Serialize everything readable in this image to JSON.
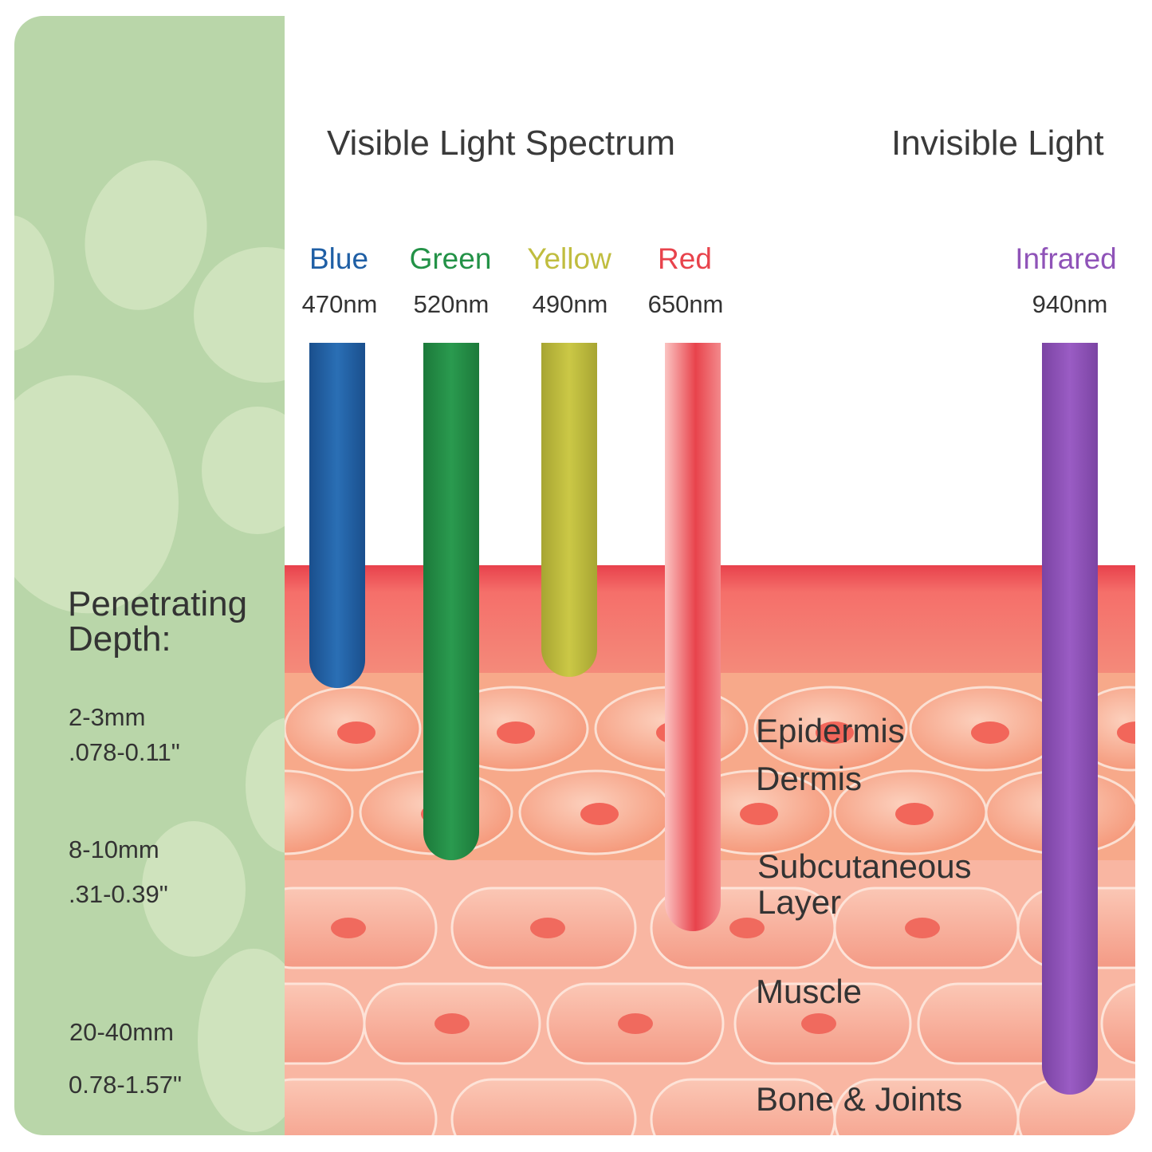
{
  "header": {
    "visible_title": "Visible Light Spectrum",
    "invisible_title": "Invisible Light"
  },
  "lights": [
    {
      "name": "Blue",
      "wavelength": "470nm",
      "color": "#1f5fa5"
    },
    {
      "name": "Green",
      "wavelength": "520nm",
      "color": "#239247"
    },
    {
      "name": "Yellow",
      "wavelength": "490nm",
      "color": "#c0bd3f"
    },
    {
      "name": "Red",
      "wavelength": "650nm",
      "color": "#e8434c"
    },
    {
      "name": "Infrared",
      "wavelength": "940nm",
      "color": "#8f53b8"
    }
  ],
  "depth": {
    "title": "Penetrating Depth:",
    "values": [
      {
        "mm": "2-3mm",
        "inch": ".078-0.11\""
      },
      {
        "mm": "8-10mm",
        "inch": ".31-0.39\""
      },
      {
        "mm": "20-40mm",
        "inch": "0.78-1.57\""
      }
    ]
  },
  "layers": [
    "Epidermis",
    "Dermis",
    "Subcutaneous Layer",
    "Muscle",
    "Bone & Joints"
  ],
  "colors": {
    "panel": "#b9d6a9",
    "panel_blob": "#cfe3bd",
    "skin_top": "#ec5858",
    "cells": "#f7a98a",
    "tissue": "#f9b6a2"
  }
}
